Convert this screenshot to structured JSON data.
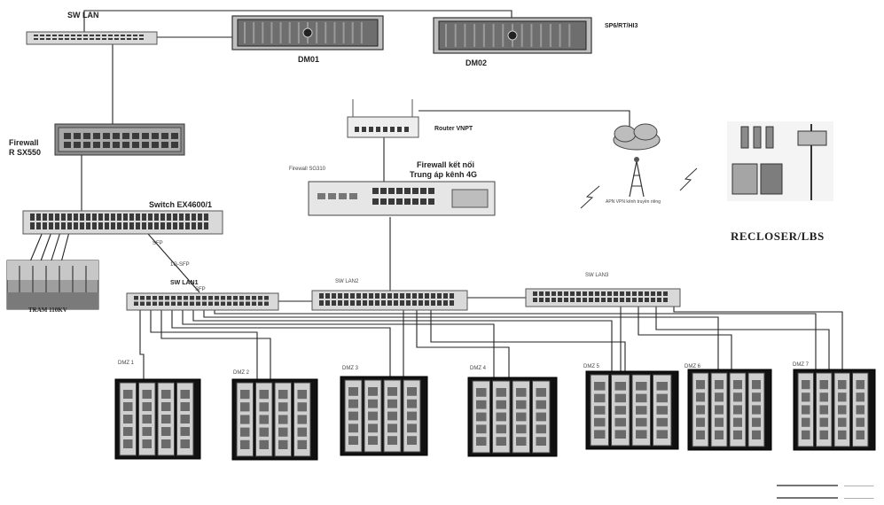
{
  "labels": {
    "sw_lan_top": "SW LAN",
    "dm01": "DM01",
    "dm02": "DM02",
    "sp6": "SP6/RT/HI3",
    "firewall_main_line1": "Firewall",
    "firewall_main_line2": "R SX550",
    "switch_ex": "Switch EX4600/1",
    "router": "Router VNPT",
    "firewall_small": "Firewall SG310",
    "firewall_4g_line1": "Firewall kết nối",
    "firewall_4g_line2": "Trung áp kênh 4G",
    "tram": "TRAM 110KV",
    "recloser": "RECLOSER/LBS",
    "swlan1": "SW LAN1",
    "swlan2": "SW LAN2",
    "swlan3": "SW LAN3",
    "sfp_a": "SFP",
    "sfp_b": "1G-SFP",
    "sfp_c": "SFP",
    "vpn": "APN VPN kênh truyền riêng",
    "legend_1": "__________",
    "legend_2": "__________"
  },
  "dmz": [
    "DMZ 1",
    "DMZ 2",
    "DMZ 3",
    "DMZ 4",
    "DMZ 5",
    "DMZ 6",
    "DMZ 7"
  ],
  "colors": {
    "line": "#222222",
    "device_body": "#d9d9d9",
    "device_dark": "#6e6e6e",
    "port": "#3a3a3a"
  }
}
